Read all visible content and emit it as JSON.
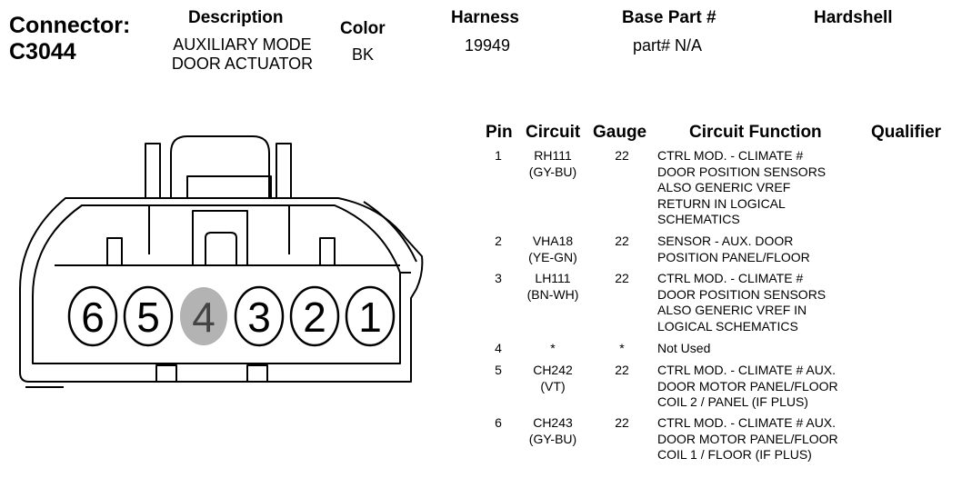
{
  "connector": {
    "label_line1": "Connector:",
    "label_line2": "C3044"
  },
  "header": {
    "description_label": "Description",
    "description_line1": "AUXILIARY MODE",
    "description_line2": "DOOR ACTUATOR",
    "color_label": "Color",
    "color_value": "BK",
    "harness_label": "Harness",
    "harness_value": "19949",
    "base_part_label": "Base Part #",
    "base_part_value": "part# N/A",
    "hardshell_label": "Hardshell"
  },
  "diagram": {
    "pins": [
      {
        "number": "6",
        "highlighted": false
      },
      {
        "number": "5",
        "highlighted": false
      },
      {
        "number": "4",
        "highlighted": true
      },
      {
        "number": "3",
        "highlighted": false
      },
      {
        "number": "2",
        "highlighted": false
      },
      {
        "number": "1",
        "highlighted": false
      }
    ],
    "highlight_color": "#b3b3b3"
  },
  "table": {
    "headers": {
      "pin": "Pin",
      "circuit": "Circuit",
      "gauge": "Gauge",
      "function": "Circuit Function",
      "qualifier": "Qualifier"
    },
    "rows": [
      {
        "pin": "1",
        "circuit": "RH111",
        "circuit_color": "(GY-BU)",
        "gauge": "22",
        "function": "CTRL MOD. - CLIMATE #\nDOOR POSITION SENSORS\nALSO GENERIC VREF\nRETURN IN LOGICAL\nSCHEMATICS"
      },
      {
        "pin": "2",
        "circuit": "VHA18",
        "circuit_color": "(YE-GN)",
        "gauge": "22",
        "function": "SENSOR - AUX. DOOR\nPOSITION PANEL/FLOOR"
      },
      {
        "pin": "3",
        "circuit": "LH111",
        "circuit_color": "(BN-WH)",
        "gauge": "22",
        "function": "CTRL MOD. - CLIMATE #\nDOOR POSITION SENSORS\nALSO GENERIC VREF IN\nLOGICAL SCHEMATICS"
      },
      {
        "pin": "4",
        "circuit": "*",
        "circuit_color": "",
        "gauge": "*",
        "function": "Not Used"
      },
      {
        "pin": "5",
        "circuit": "CH242",
        "circuit_color": "(VT)",
        "gauge": "22",
        "function": "CTRL MOD. - CLIMATE # AUX.\nDOOR MOTOR PANEL/FLOOR\nCOIL 2 / PANEL (IF PLUS)"
      },
      {
        "pin": "6",
        "circuit": "CH243",
        "circuit_color": "(GY-BU)",
        "gauge": "22",
        "function": "CTRL MOD. - CLIMATE # AUX.\nDOOR MOTOR PANEL/FLOOR\nCOIL 1 / FLOOR (IF PLUS)"
      }
    ]
  }
}
